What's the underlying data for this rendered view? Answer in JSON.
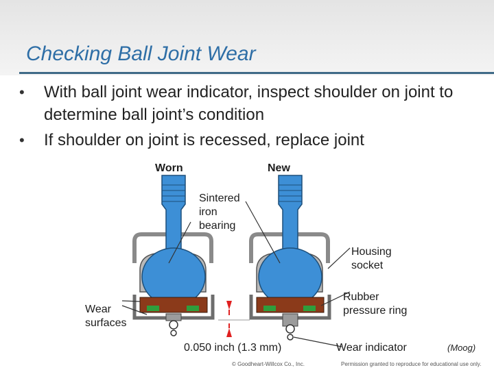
{
  "title": "Checking Ball Joint Wear",
  "bullets": [
    "With ball joint wear indicator, inspect shoulder on joint to determine ball joint’s condition",
    "If shoulder on joint is recessed, replace joint"
  ],
  "figure": {
    "worn_label": "Worn",
    "new_label": "New",
    "sintered_label": "Sintered\niron\nbearing",
    "housing_label": "Housing\nsocket",
    "rubber_label": "Rubber\npressure ring",
    "wear_surfaces_label": "Wear\nsurfaces",
    "measurement_label": "0.050 inch (1.3 mm)",
    "wear_indicator_label": "Wear indicator",
    "colors": {
      "stud": "#3d8fd6",
      "rubber": "#8b3a1a",
      "green": "#2f9e3c",
      "housing": "#a0a0a0"
    }
  },
  "credit": "(Moog)",
  "footer": {
    "left": "© Goodheart-Willcox Co., Inc.",
    "right": "Permission granted to reproduce for educational use only."
  }
}
